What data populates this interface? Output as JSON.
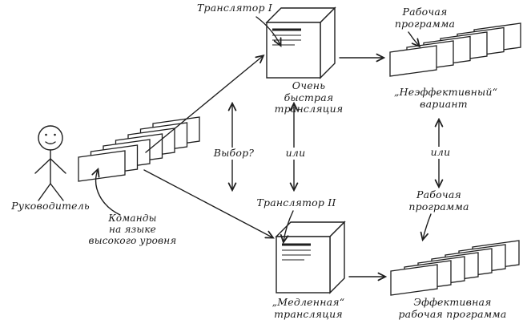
{
  "colors": {
    "ink": "#1f1f1f",
    "background": "#ffffff"
  },
  "labels": {
    "manager": "Руководитель",
    "commands": "Команды\nна языке\nвысокого уровня",
    "translator1": "Транслятор I",
    "translator2": "Транслятор II",
    "fast_translation": "Очень\nбыстрая\nтрансляция",
    "slow_translation": "„Медленная“\nтрансляция",
    "choice": "Выбор?",
    "or_middle": "или",
    "or_right": "или",
    "program_top": "Рабочая\nпрограмма",
    "inefficient_variant": "„Неэффективный“\nвариант",
    "program_bottom": "Рабочая\nпрограмма",
    "efficient_program": "Эффективная\nрабочая программа"
  }
}
